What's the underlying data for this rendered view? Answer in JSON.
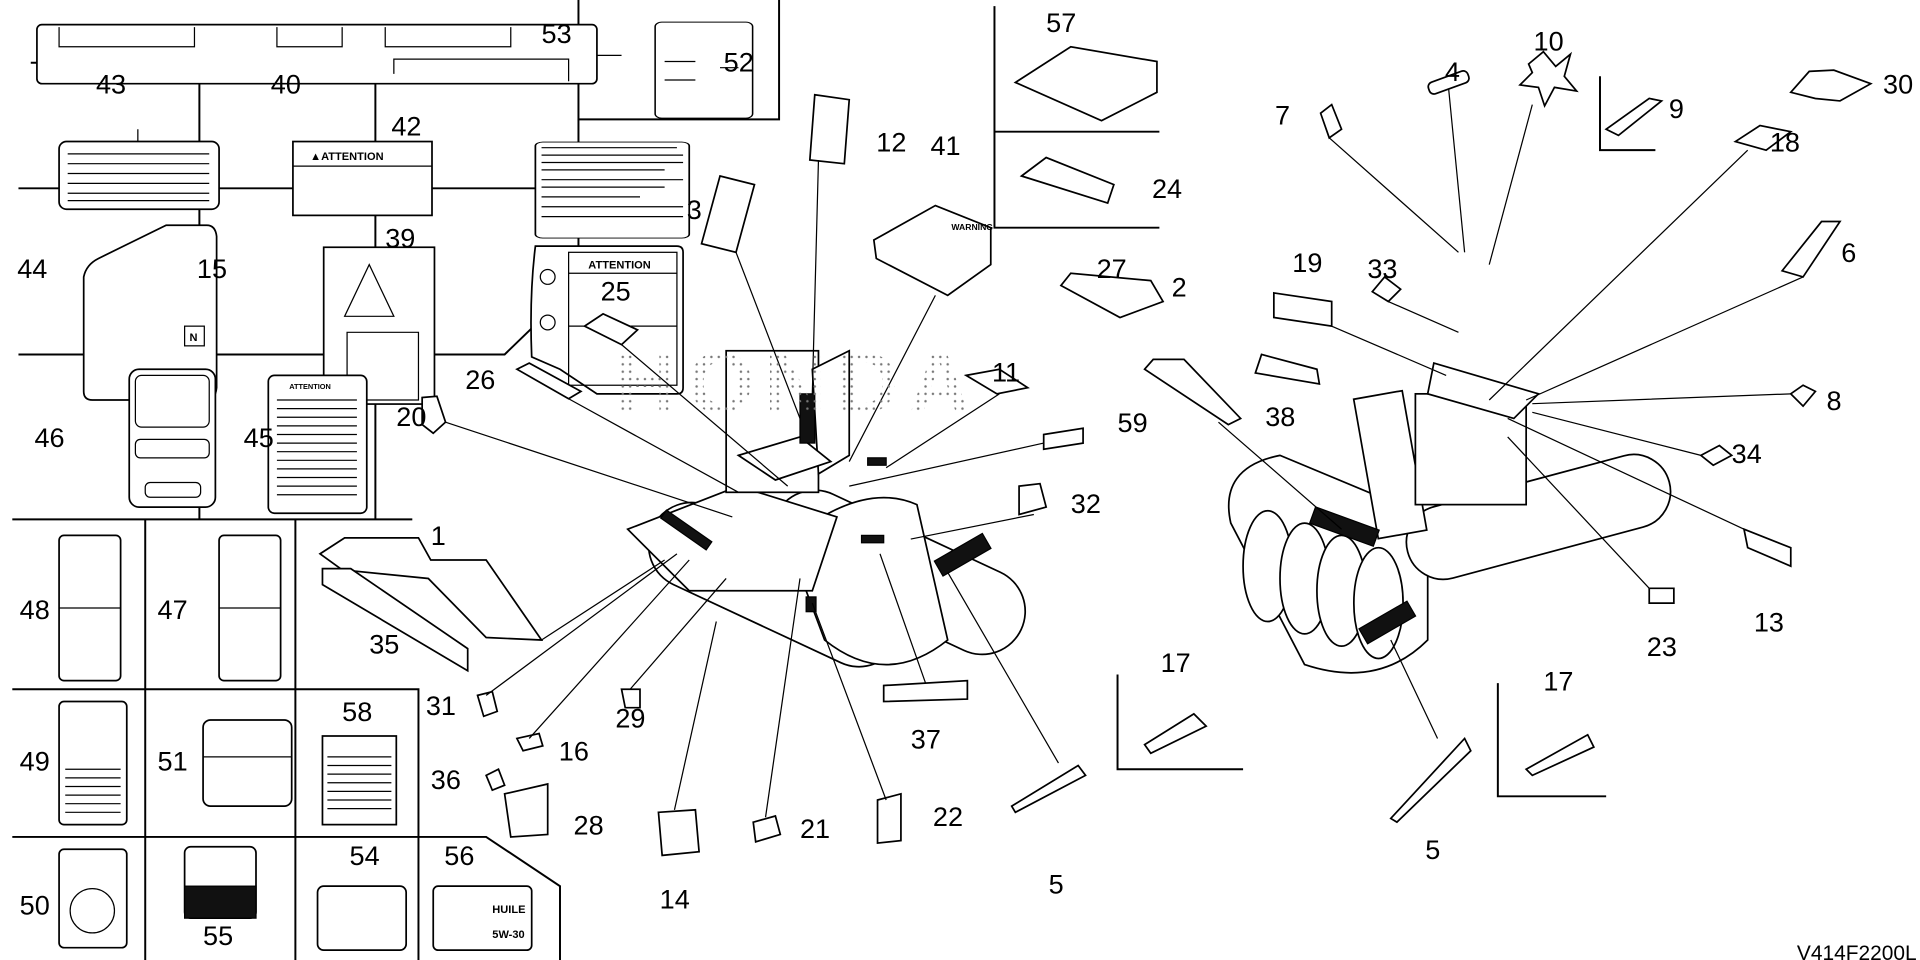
{
  "diagram": {
    "code": "V414F2200L",
    "watermark": "HONDA",
    "label_texts": {
      "attention_40": "▲ATTENTION",
      "attention_39": "ATTENTION",
      "attention_45": "ATTENTION",
      "warning_41": "WARNING",
      "neutral_44": "N",
      "oil_56": "HUILE",
      "oil_grade_56": "5W-30"
    },
    "callouts": [
      "53",
      "43",
      "40",
      "42",
      "52",
      "44",
      "15",
      "39",
      "46",
      "45",
      "48",
      "47",
      "49",
      "51",
      "58",
      "50",
      "55",
      "54",
      "56",
      "3",
      "12",
      "41",
      "25",
      "26",
      "20",
      "11",
      "1",
      "35",
      "31",
      "16",
      "29",
      "36",
      "28",
      "14",
      "21",
      "22",
      "37",
      "5",
      "32",
      "59",
      "27",
      "2",
      "57",
      "24",
      "38",
      "19",
      "33",
      "7",
      "4",
      "10",
      "9",
      "30",
      "18",
      "6",
      "8",
      "34",
      "13",
      "23",
      "17",
      "17",
      "5"
    ]
  }
}
